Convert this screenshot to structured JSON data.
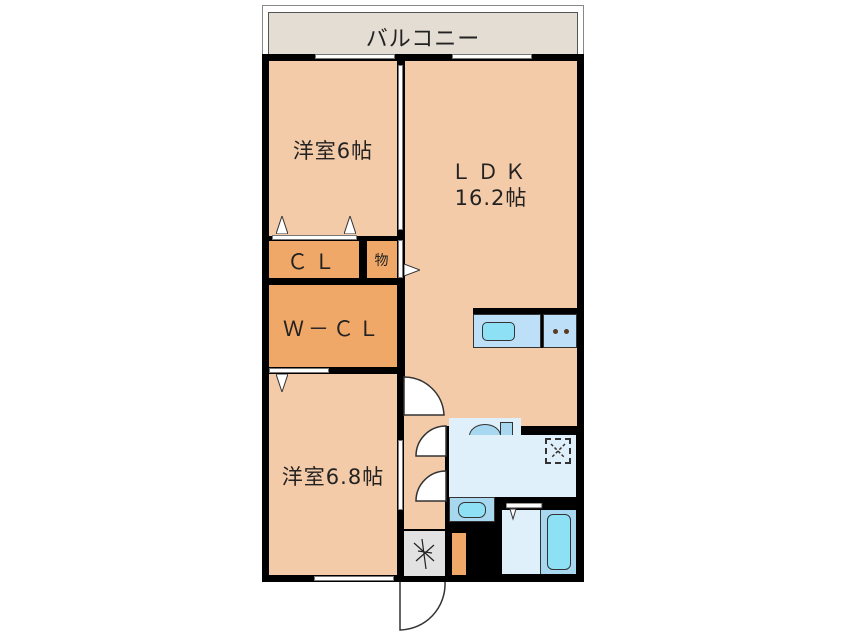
{
  "floorplan": {
    "balcony": {
      "label": "バルコニー"
    },
    "rooms": {
      "western_room_1": {
        "label": "洋室6帖",
        "size_jo": 6
      },
      "ldk": {
        "label_line1": "ＬＤＫ",
        "label_line2": "16.2帖",
        "size_jo": 16.2
      },
      "closet": {
        "label": "ＣＬ"
      },
      "storage": {
        "label": "物"
      },
      "walk_in_closet": {
        "label": "Ｗ－ＣＬ"
      },
      "western_room_2": {
        "label": "洋室6.8帖",
        "size_jo": 6.8
      }
    },
    "colors": {
      "room_floor": "#f4cba8",
      "closet_floor": "#f0a868",
      "balcony_floor": "#e4ddd3",
      "wet_area": "#dff0fb",
      "fixture_blue": "#a8d8f0",
      "wall": "#000000"
    }
  }
}
